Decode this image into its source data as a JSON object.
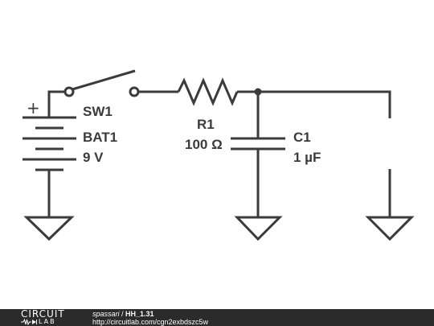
{
  "components": {
    "switch": {
      "ref": "SW1"
    },
    "battery": {
      "ref": "BAT1",
      "value": "9 V",
      "polarity": "+"
    },
    "resistor": {
      "ref": "R1",
      "value": "100 Ω"
    },
    "capacitor": {
      "ref": "C1",
      "value": "1 µF"
    }
  },
  "footer": {
    "logo_top": "CIRCUIT",
    "logo_bottom": "LAB",
    "author": "spassari",
    "separator": " / ",
    "title": "HH_1.31",
    "url": "http://circuitlab.com/cgn2exbdszc5w"
  },
  "colors": {
    "wire": "#3b3b3b",
    "footer_bg": "#2b2b2b",
    "footer_text": "#ffffff"
  }
}
